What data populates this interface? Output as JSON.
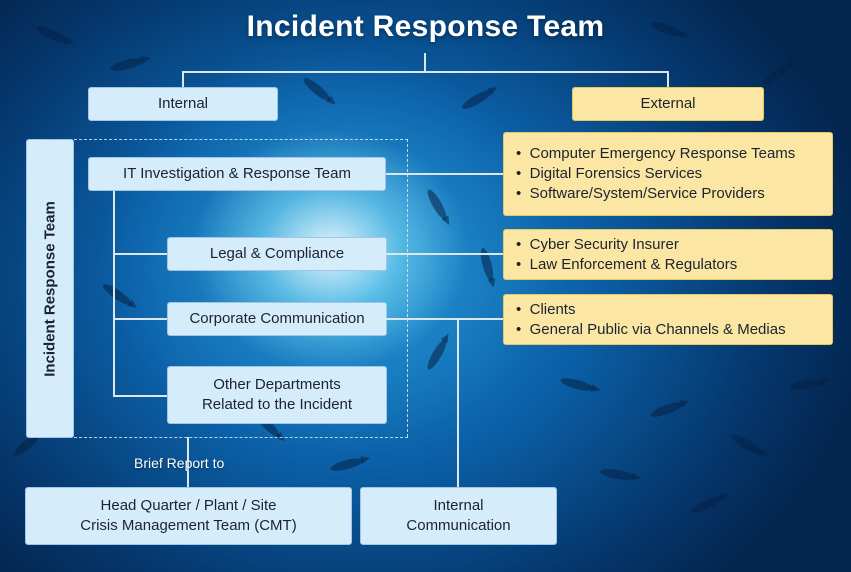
{
  "title": "Incident Response Team",
  "internal_label": "Internal",
  "external_label": "External",
  "side_label": "Incident Response Team",
  "internal_boxes": [
    "IT Investigation & Response Team",
    "Legal & Compliance",
    "Corporate Communication",
    "Other Departments",
    "Related to the Incident"
  ],
  "external_groups": [
    [
      "Computer Emergency Response Teams",
      "Digital Forensics Services",
      "Software/System/Service Providers"
    ],
    [
      "Cyber Security Insurer",
      "Law Enforcement & Regulators"
    ],
    [
      "Clients",
      "General Public via Channels & Medias"
    ]
  ],
  "brief_report": "Brief Report to",
  "cmt": [
    "Head Quarter / Plant / Site",
    "Crisis Management Team (CMT)"
  ],
  "internal_comm": [
    "Internal",
    "Communication"
  ],
  "bullet": "•"
}
